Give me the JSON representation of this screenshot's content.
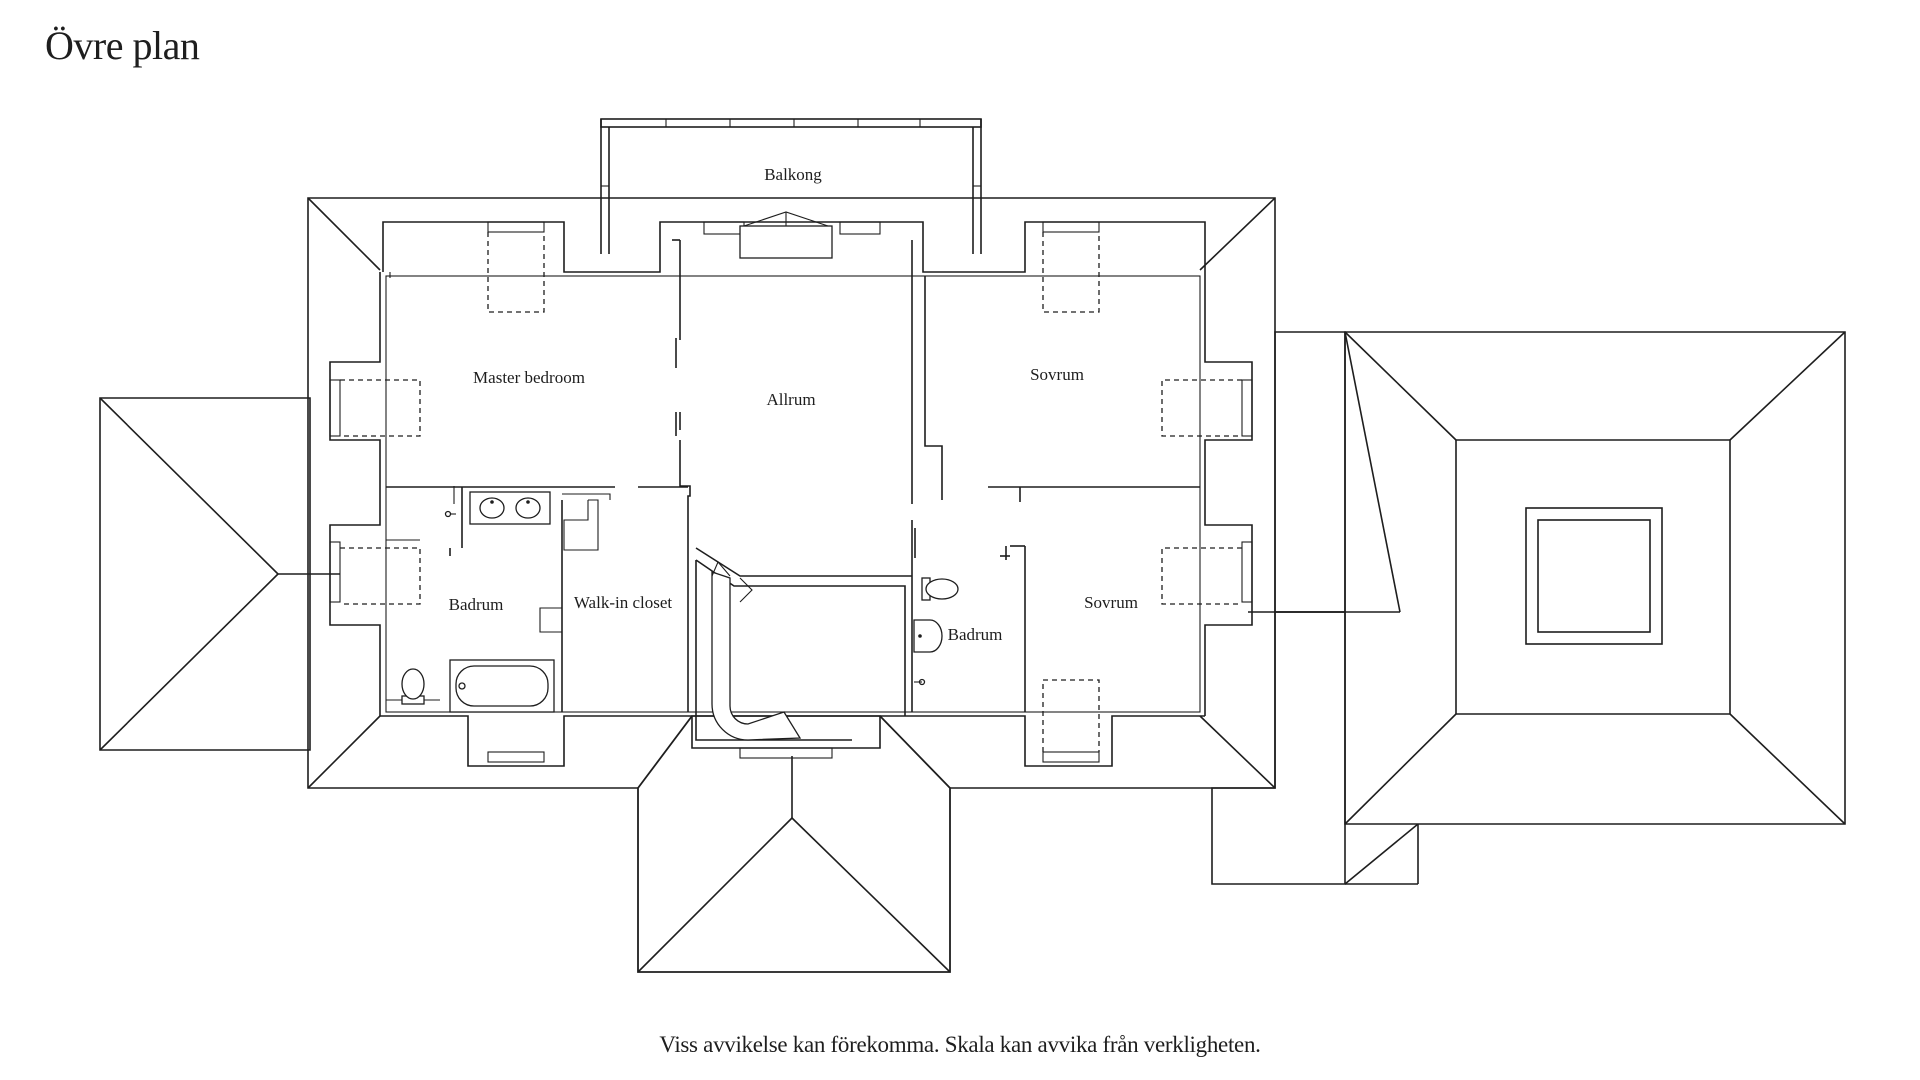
{
  "header": {
    "title": "Övre plan"
  },
  "rooms": {
    "balcony": "Balkong",
    "master_bedroom": "Master bedroom",
    "family_room": "Allrum",
    "bedroom_north": "Sovrum",
    "bedroom_south": "Sovrum",
    "bathroom_west": "Badrum",
    "walk_in_closet": "Walk-in closet",
    "bathroom_east": "Badrum"
  },
  "footer": {
    "disclaimer": "Viss avvikelse kan förekomma. Skala kan avvika från verkligheten."
  },
  "icons": {
    "sink": "sink-icon",
    "toilet": "toilet-icon",
    "bathtub": "bathtub-icon",
    "stairs": "stairs-arrow-icon",
    "skylight": "skylight-icon"
  }
}
